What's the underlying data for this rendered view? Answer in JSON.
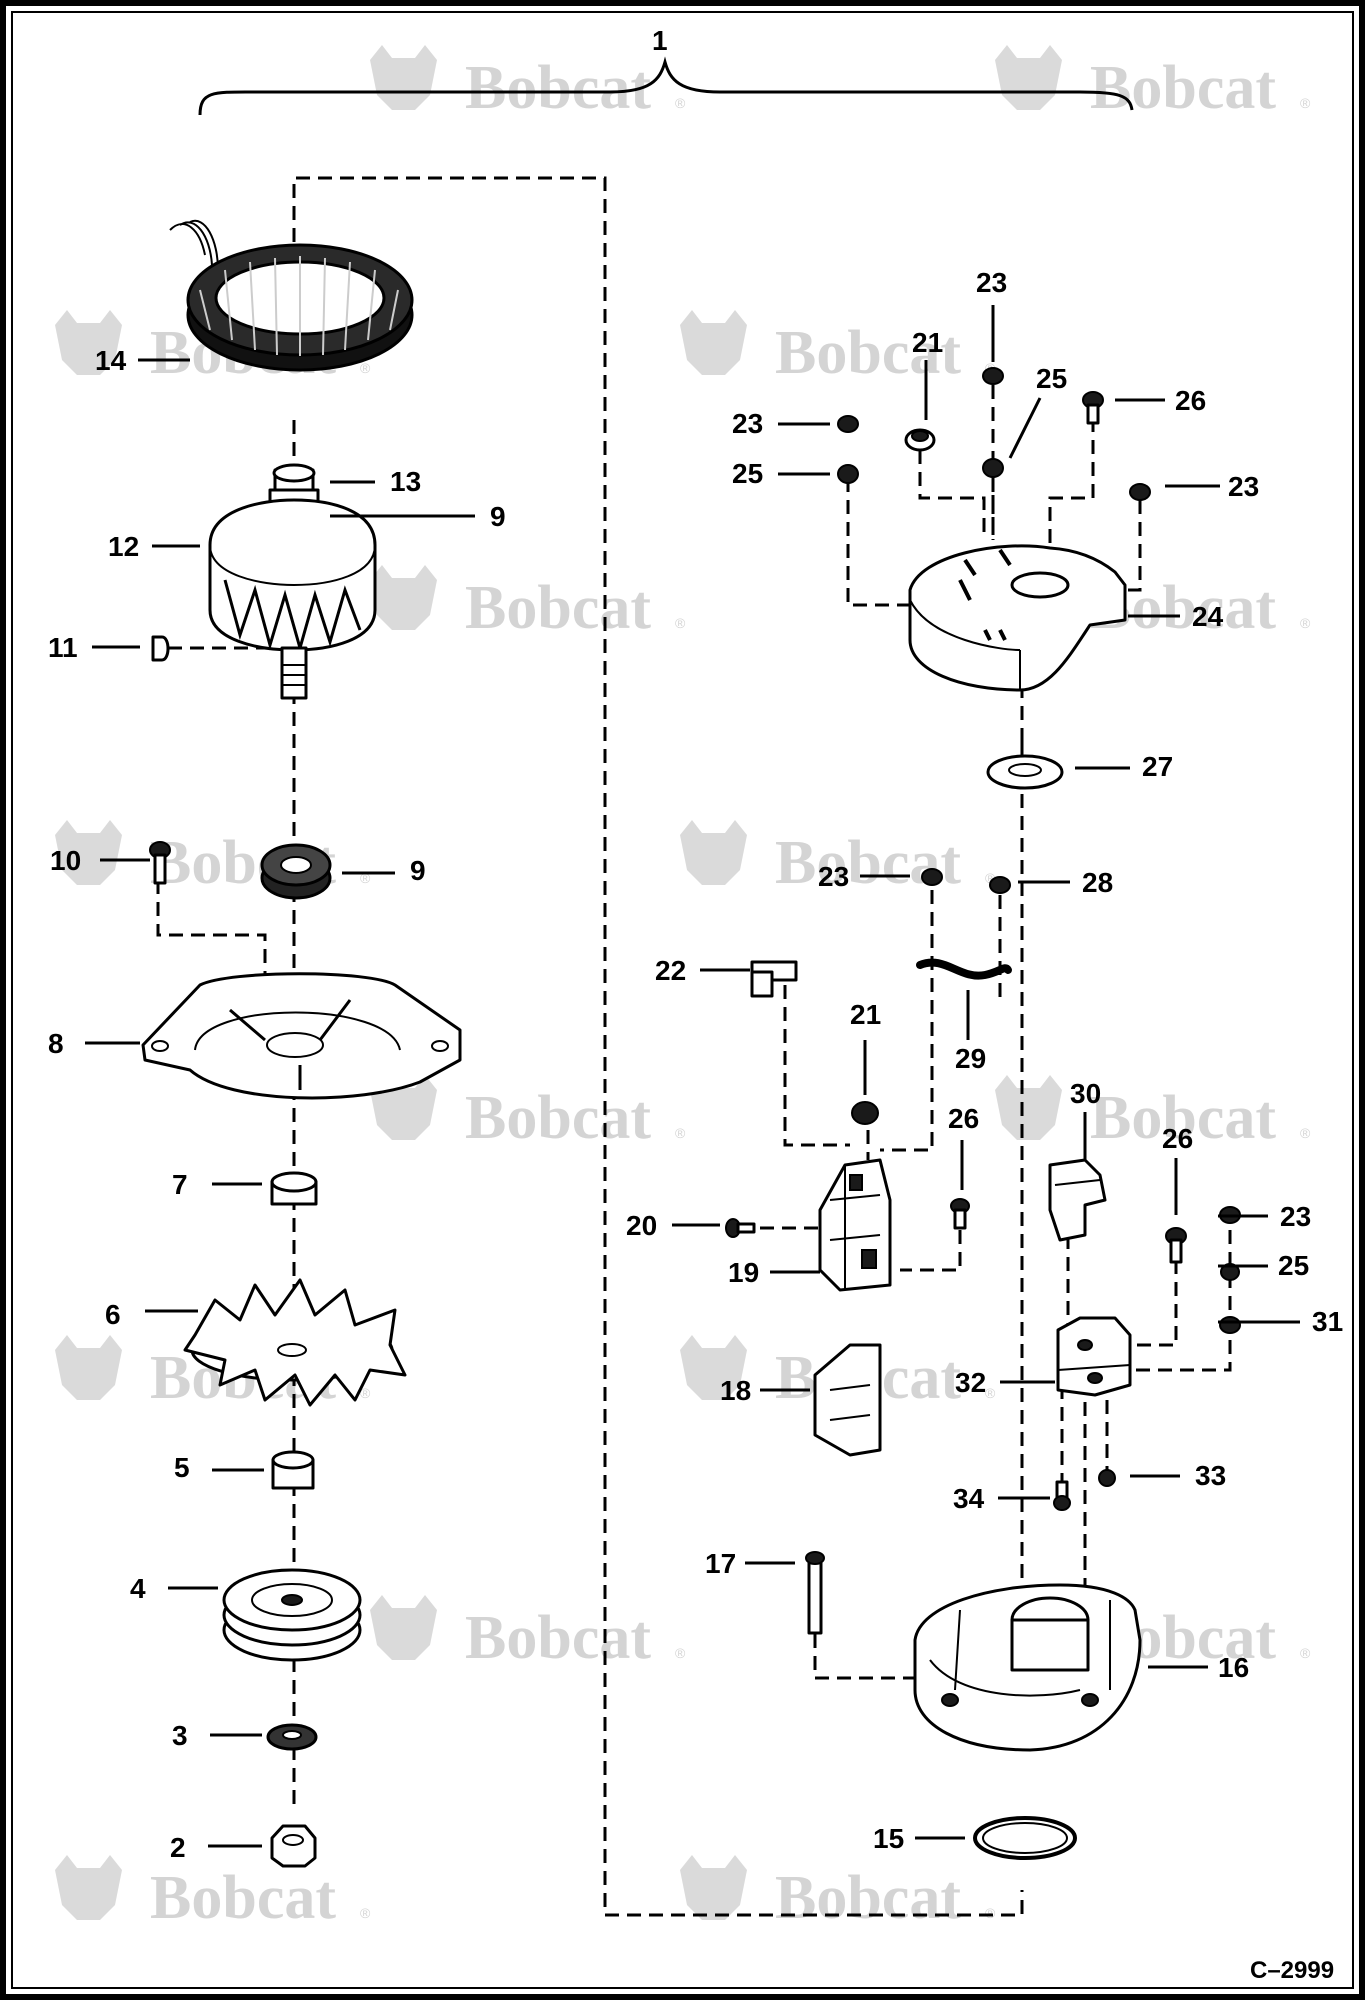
{
  "brand_watermark": "Bobcat",
  "assembly_label": "1",
  "drawing_code": "C–2999",
  "callouts": [
    {
      "id": "c1",
      "text": "14"
    },
    {
      "id": "c2",
      "text": "13"
    },
    {
      "id": "c3",
      "text": "9"
    },
    {
      "id": "c4",
      "text": "12"
    },
    {
      "id": "c5",
      "text": "11"
    },
    {
      "id": "c6",
      "text": "10"
    },
    {
      "id": "c7",
      "text": "9"
    },
    {
      "id": "c8",
      "text": "8"
    },
    {
      "id": "c9",
      "text": "7"
    },
    {
      "id": "c10",
      "text": "6"
    },
    {
      "id": "c11",
      "text": "5"
    },
    {
      "id": "c12",
      "text": "4"
    },
    {
      "id": "c13",
      "text": "3"
    },
    {
      "id": "c14",
      "text": "2"
    },
    {
      "id": "c15",
      "text": "23"
    },
    {
      "id": "c16",
      "text": "21"
    },
    {
      "id": "c17",
      "text": "25"
    },
    {
      "id": "c18",
      "text": "26"
    },
    {
      "id": "c19",
      "text": "23"
    },
    {
      "id": "c20",
      "text": "25"
    },
    {
      "id": "c21",
      "text": "23"
    },
    {
      "id": "c22",
      "text": "24"
    },
    {
      "id": "c23",
      "text": "27"
    },
    {
      "id": "c24",
      "text": "23"
    },
    {
      "id": "c25",
      "text": "28"
    },
    {
      "id": "c26",
      "text": "22"
    },
    {
      "id": "c27",
      "text": "29"
    },
    {
      "id": "c28",
      "text": "21"
    },
    {
      "id": "c29",
      "text": "26"
    },
    {
      "id": "c30",
      "text": "30"
    },
    {
      "id": "c31",
      "text": "26"
    },
    {
      "id": "c32",
      "text": "20"
    },
    {
      "id": "c33",
      "text": "23"
    },
    {
      "id": "c34",
      "text": "19"
    },
    {
      "id": "c35",
      "text": "25"
    },
    {
      "id": "c36",
      "text": "31"
    },
    {
      "id": "c37",
      "text": "18"
    },
    {
      "id": "c38",
      "text": "32"
    },
    {
      "id": "c39",
      "text": "33"
    },
    {
      "id": "c40",
      "text": "34"
    },
    {
      "id": "c41",
      "text": "17"
    },
    {
      "id": "c42",
      "text": "16"
    },
    {
      "id": "c43",
      "text": "15"
    }
  ]
}
